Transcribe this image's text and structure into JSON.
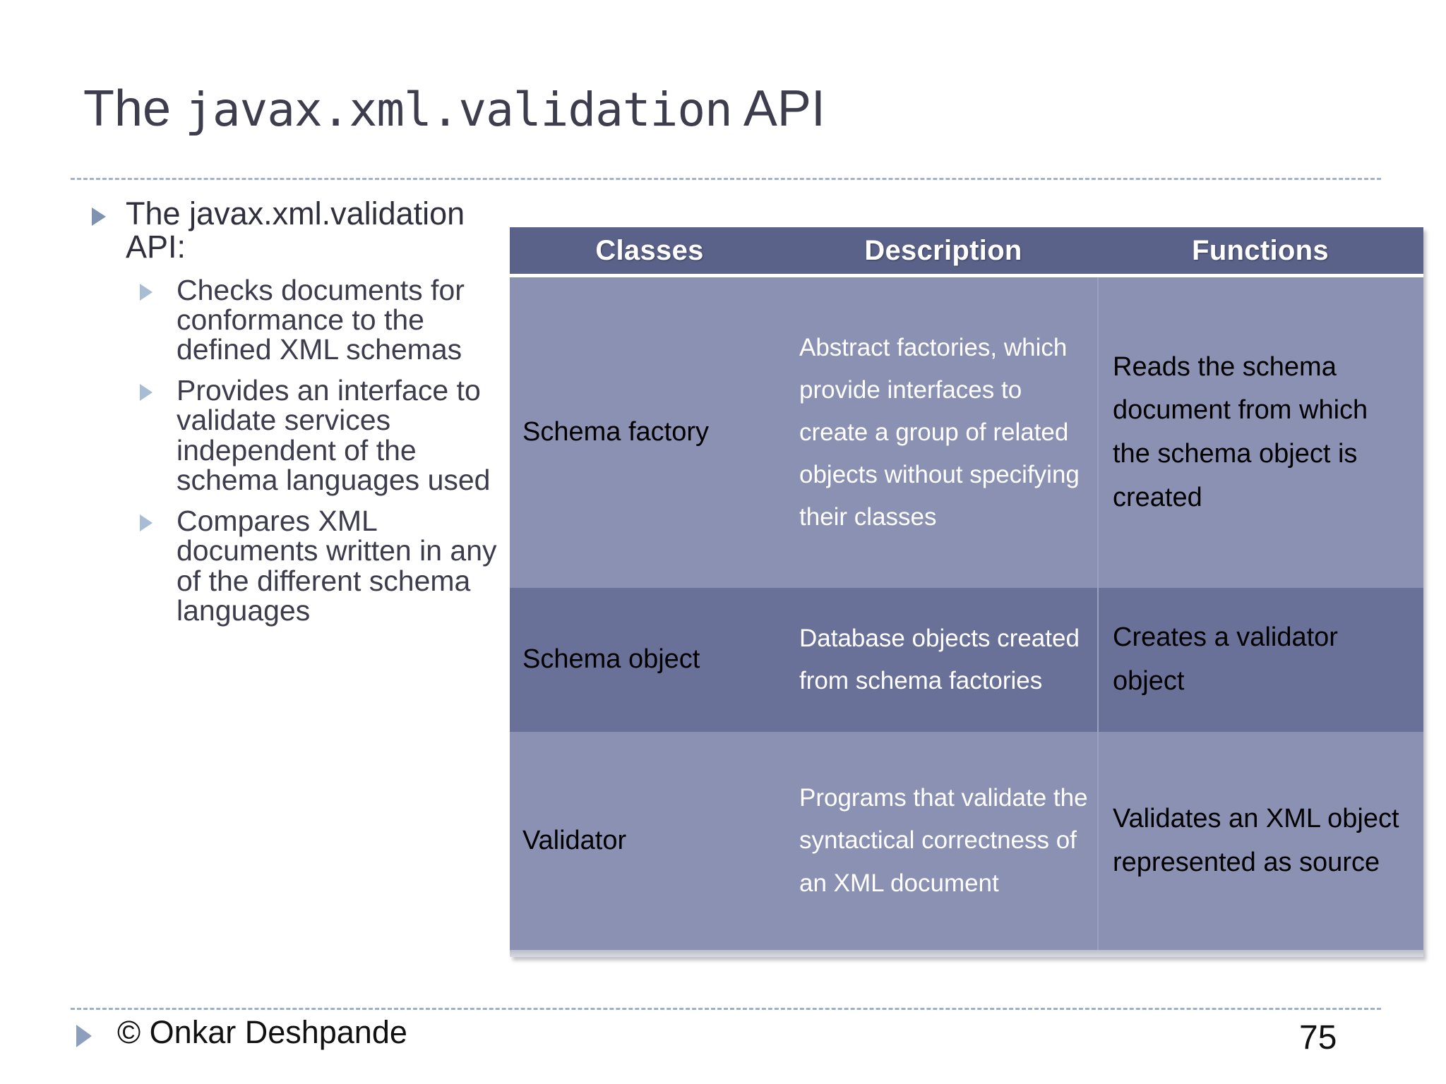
{
  "slide": {
    "title": {
      "prefix": "The ",
      "mono": "javax.xml.validation",
      "suffix": " API"
    }
  },
  "bullets": {
    "level1": "The javax.xml.validation API:",
    "level2": [
      "Checks documents for conformance to the defined XML schemas",
      "Provides an interface to validate services independent of the schema languages used",
      "Compares XML documents written in any of the different schema languages"
    ]
  },
  "table": {
    "headers": [
      "Classes",
      "Description",
      "Functions"
    ],
    "rows": [
      {
        "class": "Schema factory",
        "description": "Abstract factories, which provide interfaces to create a group of related objects without specifying their classes",
        "function": "Reads the schema document from which the schema object is created"
      },
      {
        "class": "Schema object",
        "description": "Database objects created from schema factories",
        "function": "Creates a validator object"
      },
      {
        "class": "Validator",
        "description": "Programs that validate the syntactical correctness of an XML document",
        "function": "Validates an XML object represented as source"
      }
    ]
  },
  "footer": {
    "copyright": "© Onkar Deshpande",
    "page_number": "75"
  },
  "colors": {
    "header_bg": "#5b6289",
    "row_light": "#8a91b2",
    "row_dark": "#6a7198",
    "title_text": "#3d3d4e",
    "rule": "#9fb0c6",
    "bullet_l1": "#7f93b0",
    "bullet_l2": "#a8bcd4"
  }
}
